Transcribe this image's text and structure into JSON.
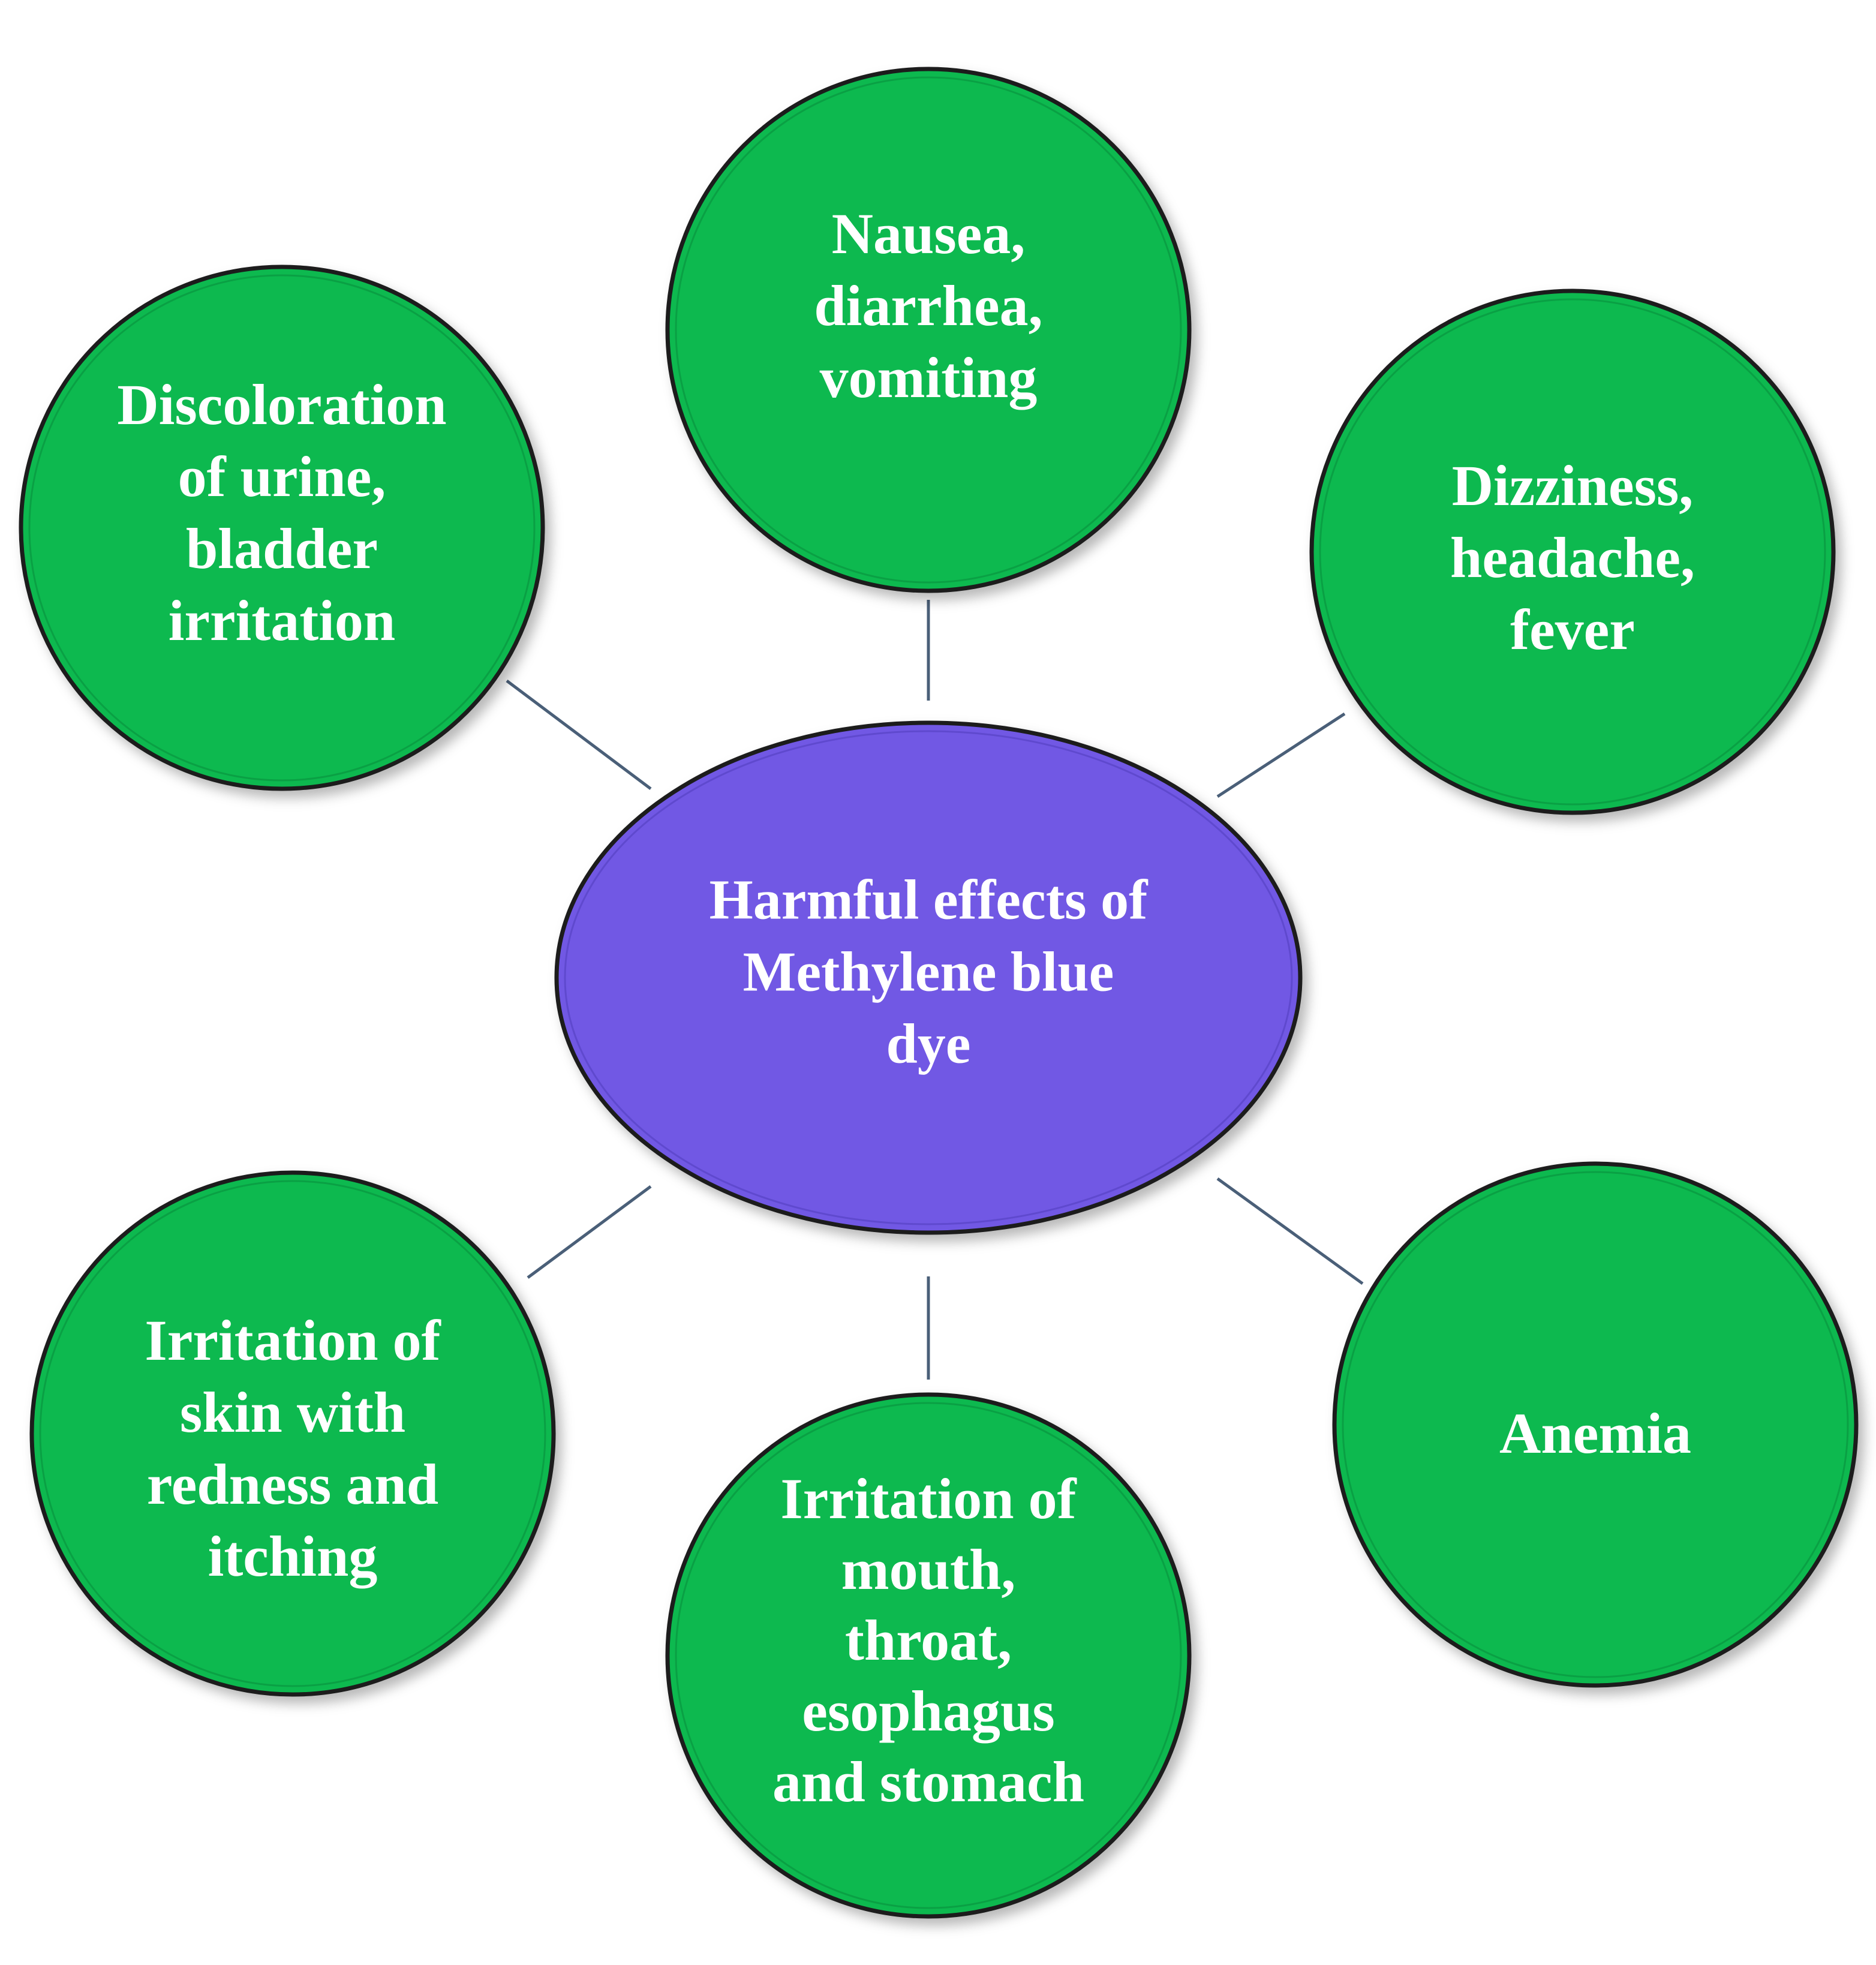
{
  "colors": {
    "outer_fill": "#0bb950",
    "center_fill": "#7159e4",
    "outline": "#1a1a1a",
    "connector": "#4a5f78",
    "text": "#ffffff"
  },
  "center": {
    "lines": [
      "Harmful effects of",
      "Methylene blue",
      "dye"
    ]
  },
  "effects": [
    {
      "id": "urine",
      "lines": [
        "Discoloration",
        "of urine,",
        "bladder",
        "irritation"
      ]
    },
    {
      "id": "nausea",
      "lines": [
        "Nausea,",
        "diarrhea,",
        "vomiting"
      ]
    },
    {
      "id": "dizziness",
      "lines": [
        "Dizziness,",
        "headache,",
        "fever"
      ]
    },
    {
      "id": "anemia",
      "lines": [
        "Anemia"
      ]
    },
    {
      "id": "mouth",
      "lines": [
        "Irritation of",
        "mouth,",
        "throat,",
        "esophagus",
        "and stomach"
      ]
    },
    {
      "id": "skin",
      "lines": [
        "Irritation of",
        "skin with",
        "redness and",
        "itching"
      ]
    }
  ]
}
